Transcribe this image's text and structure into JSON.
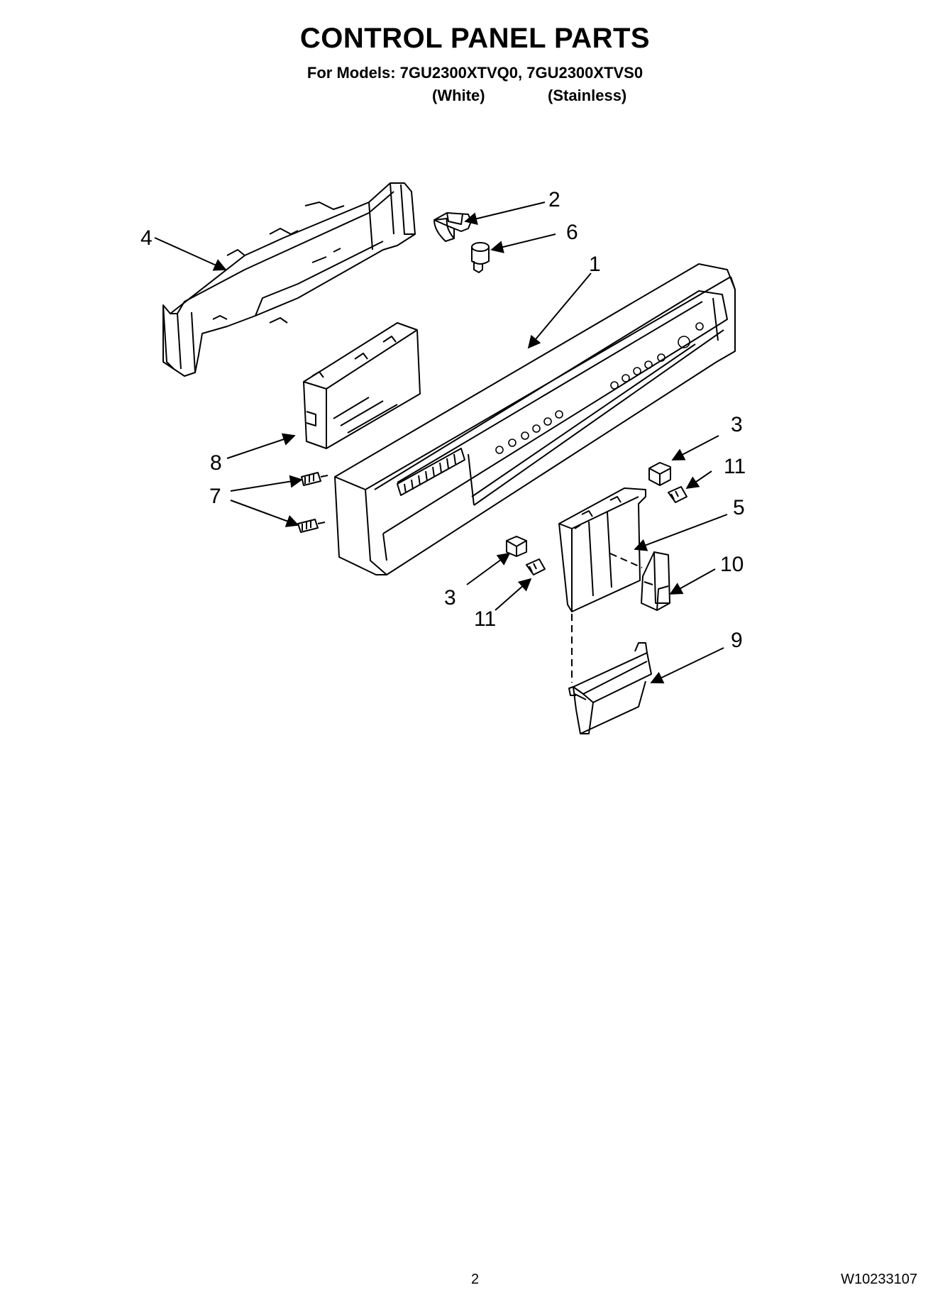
{
  "header": {
    "title": "CONTROL PANEL PARTS",
    "models_line": "For Models: 7GU2300XTVQ0, 7GU2300XTVS0",
    "variant_white": "(White)",
    "variant_stainless": "(Stainless)"
  },
  "callouts": {
    "c1": "1",
    "c2": "2",
    "c3a": "3",
    "c3b": "3",
    "c4": "4",
    "c5": "5",
    "c6": "6",
    "c7": "7",
    "c8": "8",
    "c9": "9",
    "c10": "10",
    "c11a": "11",
    "c11b": "11"
  },
  "footer": {
    "page_number": "2",
    "document_number": "W10233107"
  }
}
